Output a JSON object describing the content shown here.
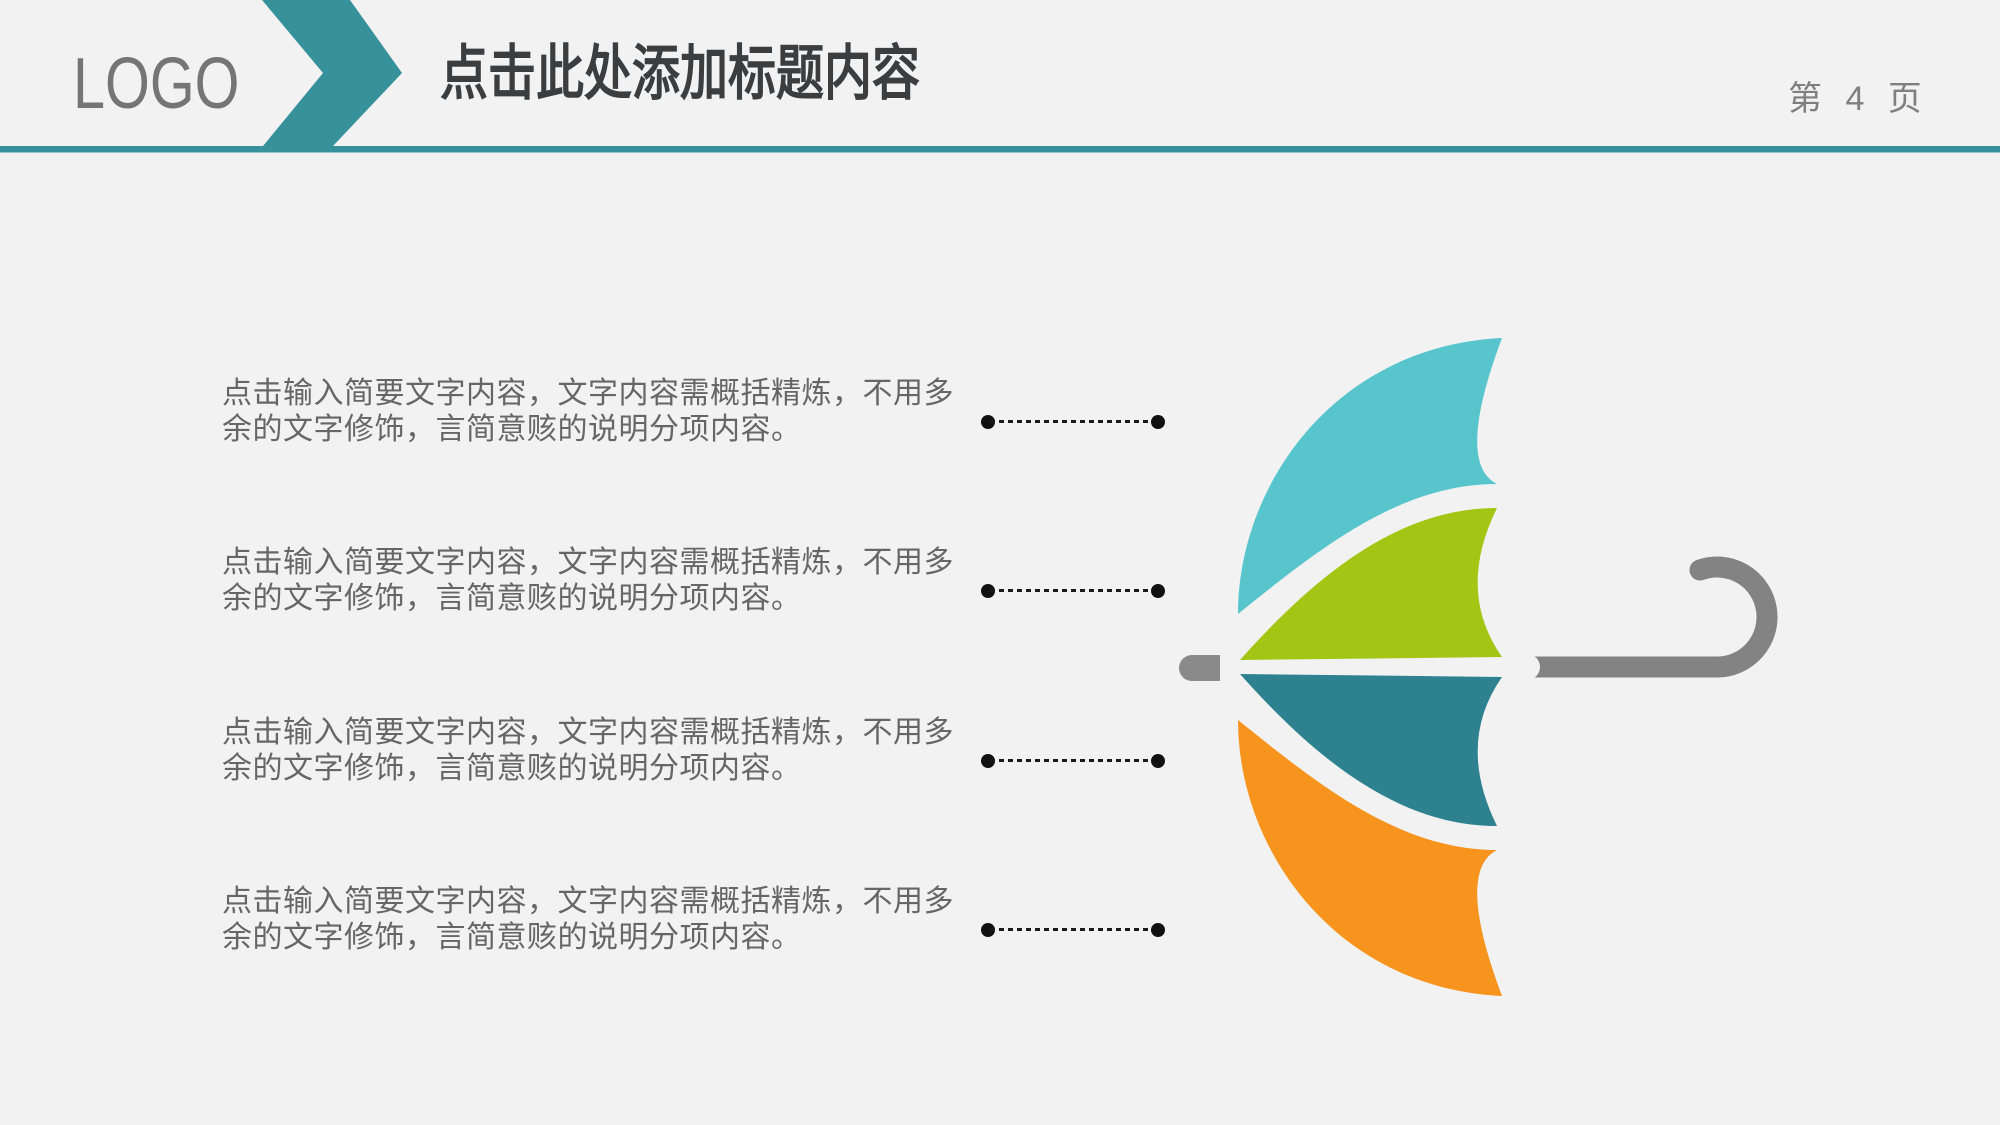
{
  "slide": {
    "logo_text": "LOGO",
    "title": "点击此处添加标题内容",
    "page_label": "第 4 页"
  },
  "content": {
    "items": [
      {
        "line1": "点击输入简要文字内容，文字内容需概括精炼，不用多",
        "line2": "余的文字修饰，言简意赅的说明分项内容。"
      },
      {
        "line1": "点击输入简要文字内容，文字内容需概括精炼，不用多",
        "line2": "余的文字修饰，言简意赅的说明分项内容。"
      },
      {
        "line1": "点击输入简要文字内容，文字内容需概括精炼，不用多",
        "line2": "余的文字修饰，言简意赅的说明分项内容。"
      },
      {
        "line1": "点击输入简要文字内容，文字内容需概括精炼，不用多",
        "line2": "余的文字修饰，言简意赅的说明分项内容。"
      }
    ]
  },
  "umbrella": {
    "segments": [
      {
        "name": "top",
        "color": "#58C5CD"
      },
      {
        "name": "upper-middle",
        "color": "#A3C614"
      },
      {
        "name": "lower-middle",
        "color": "#2E8290"
      },
      {
        "name": "bottom",
        "color": "#F6941E"
      }
    ],
    "handle_color": "#838383",
    "tip_color": "#8A8A8A"
  },
  "colors": {
    "background": "#F2F2F3",
    "accent_teal": "#37919B",
    "title_text": "#3B3D3E",
    "body_text": "#666666",
    "logo_text": "#757575",
    "page_text": "#7F7F7F",
    "leader": "#111111"
  }
}
